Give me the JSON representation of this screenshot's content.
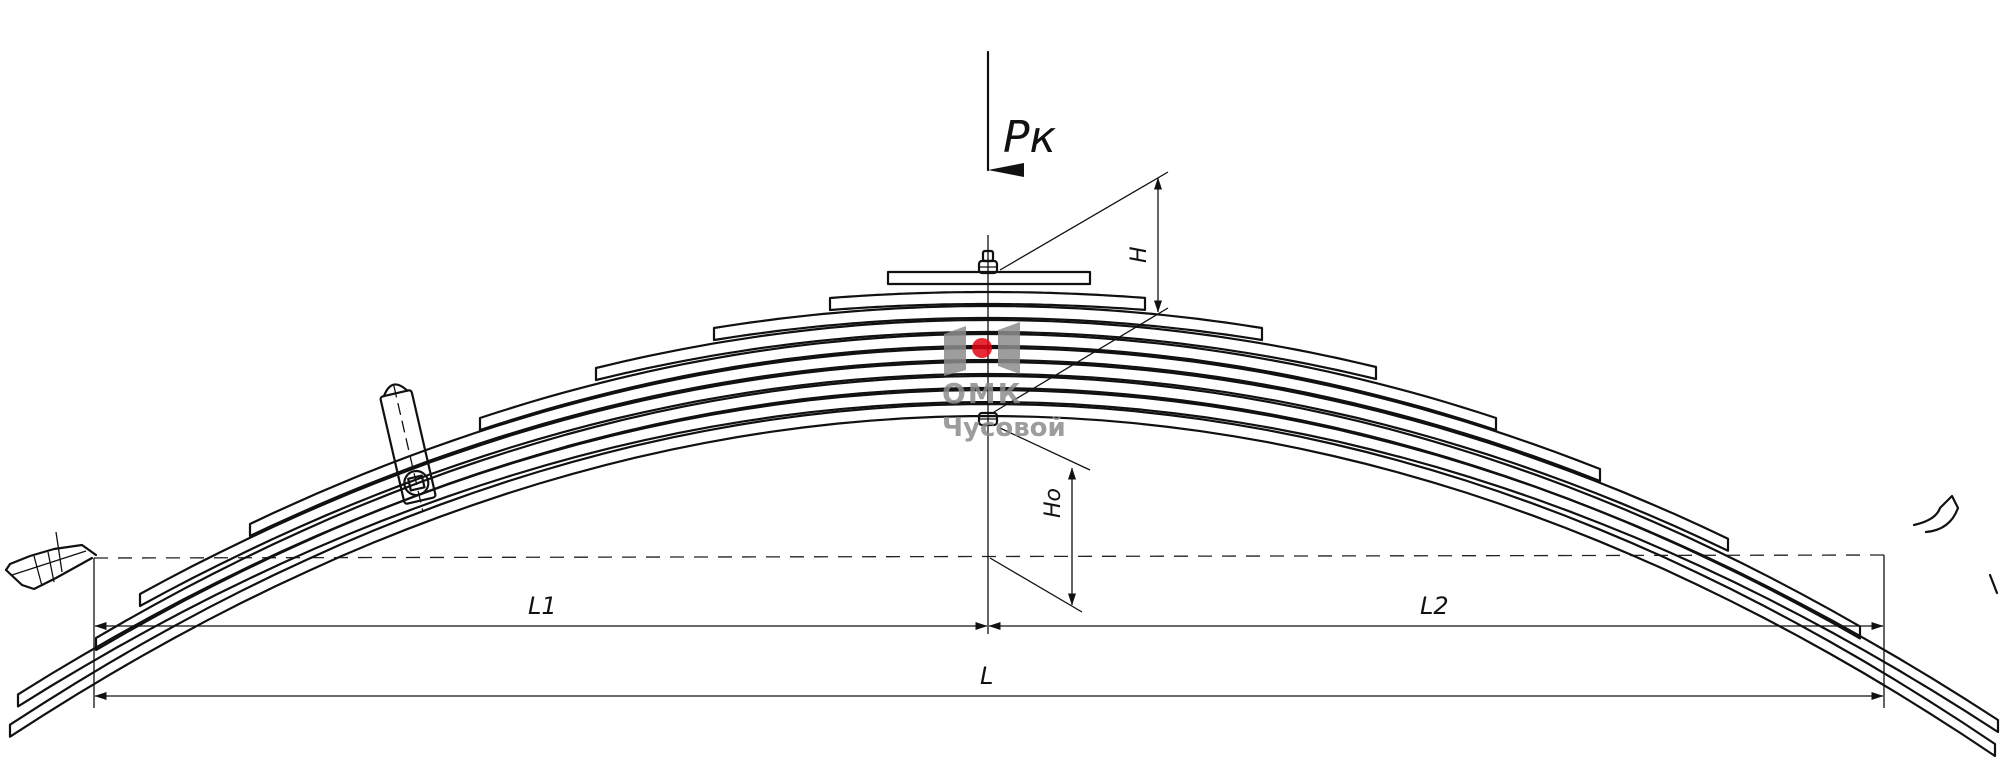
{
  "labels": {
    "force": "Pк",
    "height_loaded": "H",
    "height_free": "Ho",
    "left_length": "L1",
    "right_length": "L2",
    "total_length": "L"
  },
  "watermark": {
    "line1": "ОМК",
    "line2": "Чусовой",
    "accent_color": "#e30613",
    "logo_color": "#8c8c8c"
  },
  "colors": {
    "ink": "#111111",
    "background": "#ffffff"
  }
}
